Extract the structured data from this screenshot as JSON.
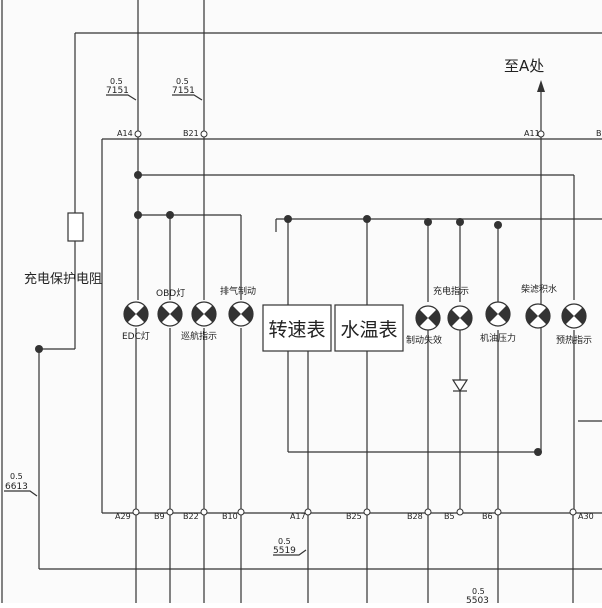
{
  "labels": {
    "to_a": "至A处",
    "resistor": "充电保护电阻",
    "gauge_tach": "转速表",
    "gauge_temp": "水温表"
  },
  "wires": {
    "w7151a_gauge": "0.5",
    "w7151a_id": "7151",
    "w7151b_gauge": "0.5",
    "w7151b_id": "7151",
    "w6613_gauge": "0.5",
    "w6613_id": "6613",
    "w5519_gauge": "0.5",
    "w5519_id": "5519",
    "w5503_gauge": "0.5",
    "w5503_id": "5503"
  },
  "top_terminals": [
    "A14",
    "B21",
    "A11",
    "B"
  ],
  "bottom_terminals": [
    "A29",
    "B9",
    "B22",
    "B10",
    "A17",
    "B25",
    "B28",
    "B5",
    "B6",
    "A30"
  ],
  "lamps_top_labels": [
    "OBD灯",
    "排气制动",
    "充电指示",
    "柴滤积水"
  ],
  "lamps_bottom_labels": [
    "EDC灯",
    "巡航指示",
    "制动失效",
    "机油压力",
    "预热指示"
  ]
}
